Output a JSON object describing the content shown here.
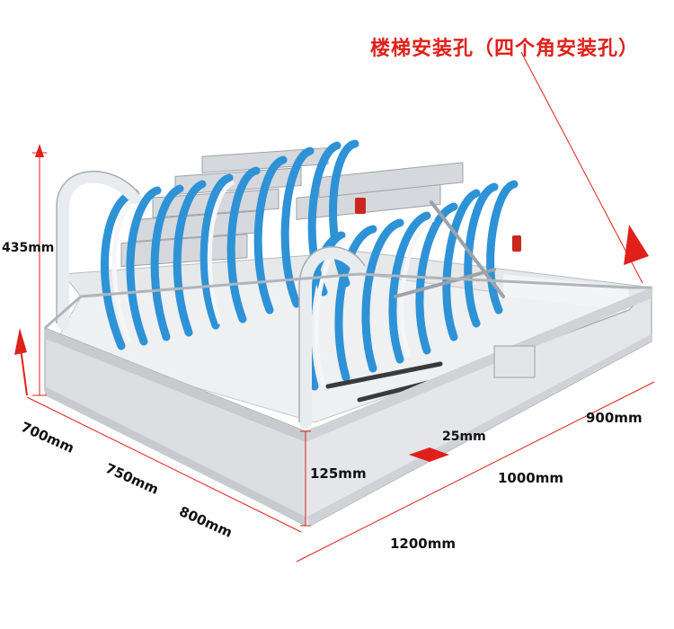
{
  "title": "楼梯安装孔（四个角安装孔）",
  "dimensions": {
    "height": "435mm",
    "depth_700": "700mm",
    "depth_750": "750mm",
    "depth_800": "800mm",
    "width_900": "900mm",
    "width_1000": "1000mm",
    "width_1200": "1200mm",
    "frame_height": "125mm",
    "gap": "25mm"
  },
  "colors": {
    "accent": "#e0201a",
    "ladder_blue": "#2e92d6",
    "frame_gray": "#dcdfe2"
  },
  "icons": [
    "ladder-photo",
    "arrow-up-icon",
    "arrow-double-icon"
  ]
}
